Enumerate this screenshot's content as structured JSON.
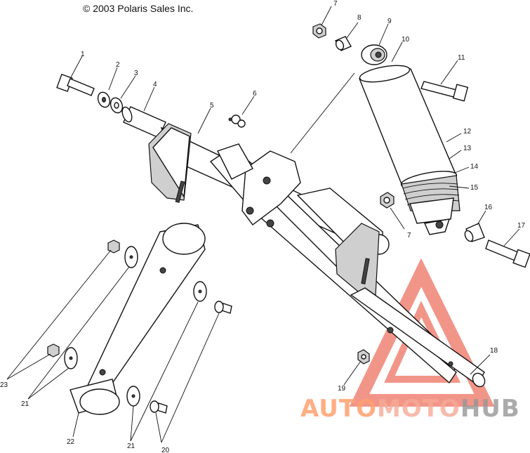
{
  "copyright": "© 2003 Polaris Sales Inc.",
  "watermark": {
    "part1": "AUTO",
    "part2": "MOTO",
    "part3": "HUB"
  },
  "callouts": {
    "c1": "1",
    "c2": "2",
    "c3": "3",
    "c4": "4",
    "c5": "5",
    "c6": "6",
    "c7a": "7",
    "c7b": "7",
    "c8": "8",
    "c9": "9",
    "c10": "10",
    "c11": "11",
    "c12": "12",
    "c13": "13",
    "c14": "14",
    "c15": "15",
    "c16": "16",
    "c17": "17",
    "c18": "18",
    "c19": "19",
    "c20": "20",
    "c21a": "21",
    "c21b": "21",
    "c22": "22",
    "c23": "23"
  },
  "colors": {
    "ink": "#111111",
    "watermark_red": "#e8402a",
    "watermark_orange": "#ffa06e",
    "watermark_gray": "#969696"
  }
}
